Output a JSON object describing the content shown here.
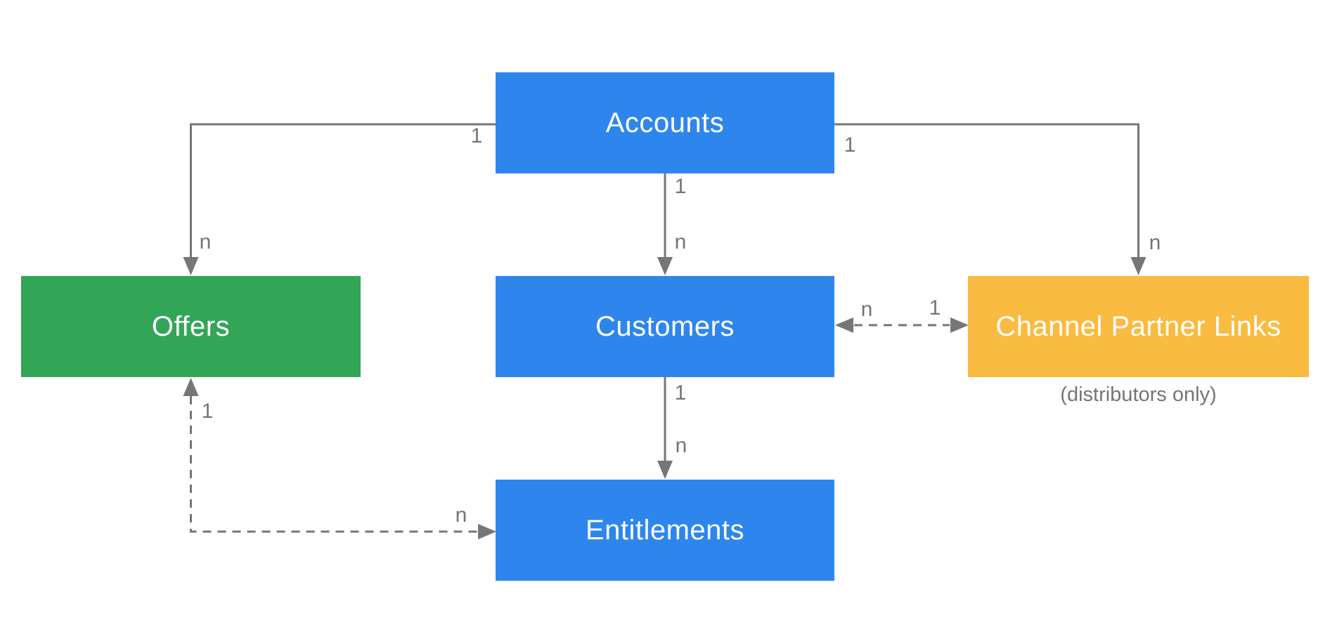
{
  "diagram": {
    "nodes": {
      "accounts": {
        "label": "Accounts",
        "fill": "#2E86EC"
      },
      "offers": {
        "label": "Offers",
        "fill": "#33A557"
      },
      "customers": {
        "label": "Customers",
        "fill": "#2E86EC"
      },
      "channel_partner_links": {
        "label": "Channel Partner Links",
        "fill": "#F9BB42",
        "note": "(distributors only)"
      },
      "entitlements": {
        "label": "Entitlements",
        "fill": "#2E86EC"
      }
    },
    "edges": {
      "accounts_to_offers": {
        "from": "Accounts",
        "to": "Offers",
        "style": "solid",
        "from_label": "1",
        "to_label": "n"
      },
      "accounts_to_customers": {
        "from": "Accounts",
        "to": "Customers",
        "style": "solid",
        "from_label": "1",
        "to_label": "n"
      },
      "accounts_to_channel_partner_links": {
        "from": "Accounts",
        "to": "Channel Partner Links",
        "style": "solid",
        "from_label": "1",
        "to_label": "n"
      },
      "customers_to_entitlements": {
        "from": "Customers",
        "to": "Entitlements",
        "style": "solid",
        "from_label": "1",
        "to_label": "n"
      },
      "customers_channel_partner_links": {
        "from": "Customers",
        "to": "Channel Partner Links",
        "style": "dashed",
        "bidirectional": true,
        "customers_side_label": "n",
        "channel_partner_links_side_label": "1"
      },
      "offers_entitlements": {
        "from": "Offers",
        "to": "Entitlements",
        "style": "dashed",
        "bidirectional": true,
        "offers_side_label": "1",
        "entitlements_side_label": "n"
      }
    },
    "colors": {
      "connector": "#767676",
      "edge_label_text": "#757575",
      "node_text": "#FFFFFF",
      "note_text": "#757575",
      "canvas_background": "#FFFFFF"
    }
  }
}
